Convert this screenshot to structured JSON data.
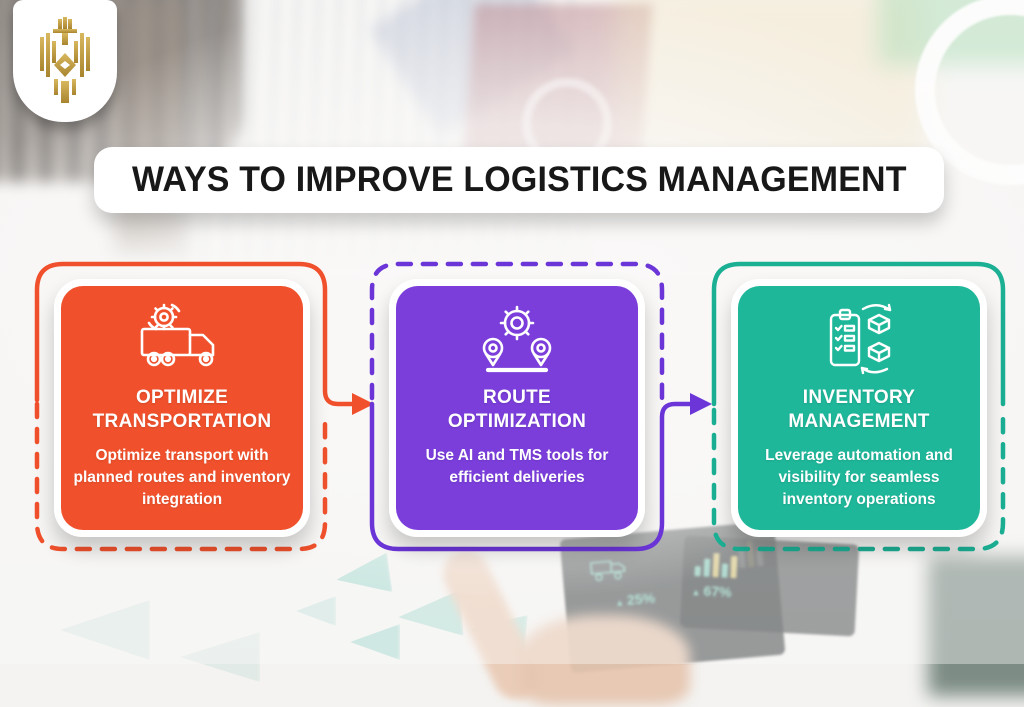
{
  "header": {
    "title": "WAYS TO IMPROVE LOGISTICS MANAGEMENT"
  },
  "logo": {
    "icon": "gold-crest-emblem",
    "color": "#BF9C45"
  },
  "cards": [
    {
      "title": "OPTIMIZE TRANSPORTATION",
      "description": "Optimize transport with planned routes and inventory integration",
      "color": "#F0512C",
      "icon": "truck-with-gear-icon"
    },
    {
      "title": "ROUTE OPTIMIZATION",
      "description": "Use AI and TMS tools for efficient deliveries",
      "color": "#7B3EDB",
      "icon": "gear-with-location-pins-icon"
    },
    {
      "title": "INVENTORY MANAGEMENT",
      "description": "Leverage automation and visibility for seamless inventory operations",
      "color": "#1FB79A",
      "icon": "clipboard-with-boxes-icon"
    }
  ],
  "connectors": {
    "arrow1_color": "#F0512C",
    "arrow2_color": "#6B35D8",
    "outline3_color": "#1BAF94"
  },
  "background": {
    "stats": [
      {
        "glyph": "▲",
        "label": "25%"
      },
      {
        "glyph": "▲",
        "label": "67%"
      }
    ]
  }
}
